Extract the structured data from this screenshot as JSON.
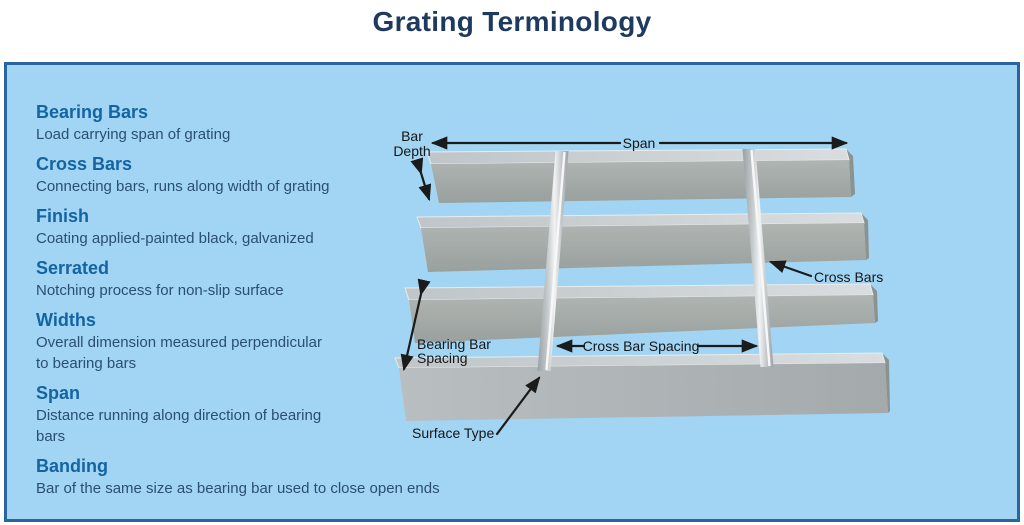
{
  "title": "Grating Terminology",
  "colors": {
    "title_color": "#1e3a5e",
    "panel_bg": "#a1d5f3",
    "panel_border": "#2c64a0",
    "term_name_color": "#1464a3",
    "term_desc_color": "#2b4e73",
    "bar_top_face": "#cdd2d4",
    "bar_front_face": "#a4aba8",
    "rod_color": "#d6dadc",
    "label_color": "#161616"
  },
  "terms": [
    {
      "name": "Bearing Bars",
      "description": "Load carrying span of grating"
    },
    {
      "name": "Cross Bars",
      "description": "Connecting bars, runs along width of grating"
    },
    {
      "name": "Finish",
      "description": "Coating applied-painted black, galvanized"
    },
    {
      "name": "Serrated",
      "description": "Notching process for non-slip surface"
    },
    {
      "name": "Widths",
      "description": "Overall dimension measured perpendicular\nto bearing bars"
    },
    {
      "name": "Span",
      "description": "Distance running along direction of bearing\nbars"
    },
    {
      "name": "Banding",
      "description": "Bar of the same size as bearing bar used to close open ends"
    }
  ],
  "diagram": {
    "bearing_bar_count": 4,
    "cross_bar_count": 2,
    "labels": {
      "bar_depth": [
        "Bar",
        "Depth"
      ],
      "span": "Span",
      "cross_bars": "Cross Bars",
      "bearing_bar_spacing": [
        "Bearing Bar",
        "Spacing"
      ],
      "cross_bar_spacing": "Cross Bar Spacing",
      "surface_type": "Surface Type"
    }
  }
}
